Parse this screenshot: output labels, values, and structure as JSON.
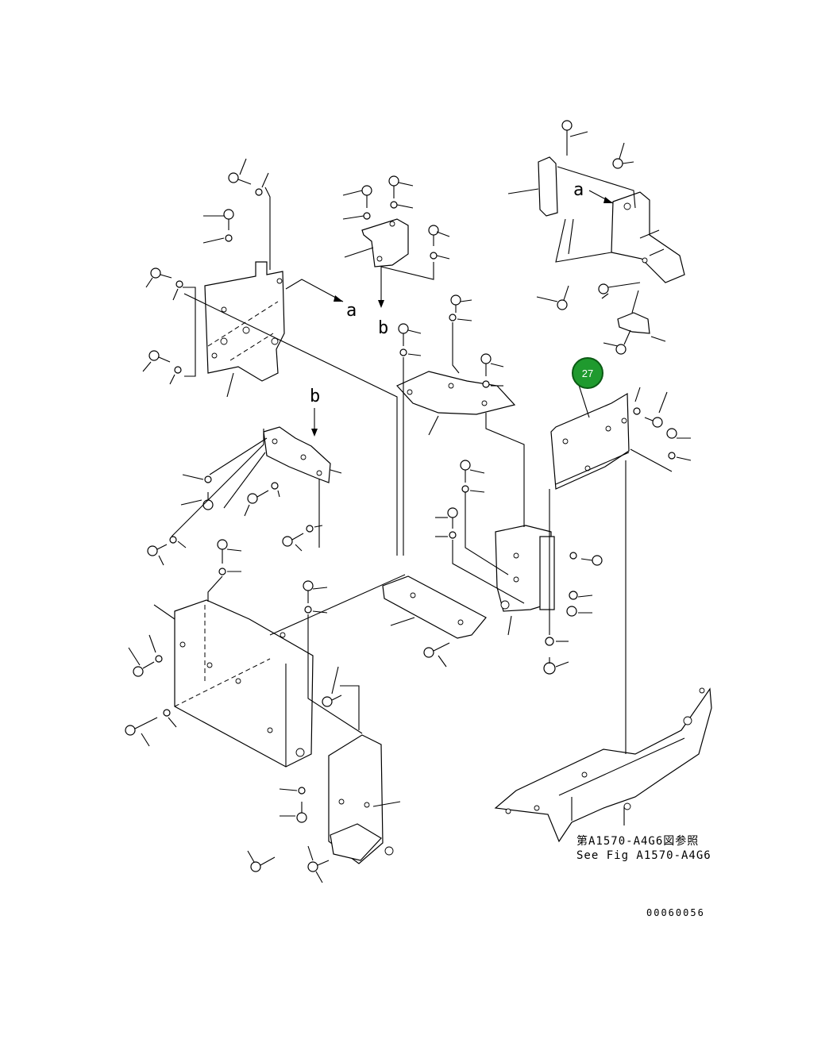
{
  "diagram": {
    "callout": {
      "number": "27",
      "color": "#1f9a2e",
      "border": "#0b5a14"
    },
    "view_labels": [
      "a",
      "b",
      "b",
      "a"
    ],
    "reference_text": {
      "line1": "第A1570-A4G6図参照",
      "line2": "See Fig A1570-A4G6"
    },
    "drawing_number": "00060056"
  }
}
